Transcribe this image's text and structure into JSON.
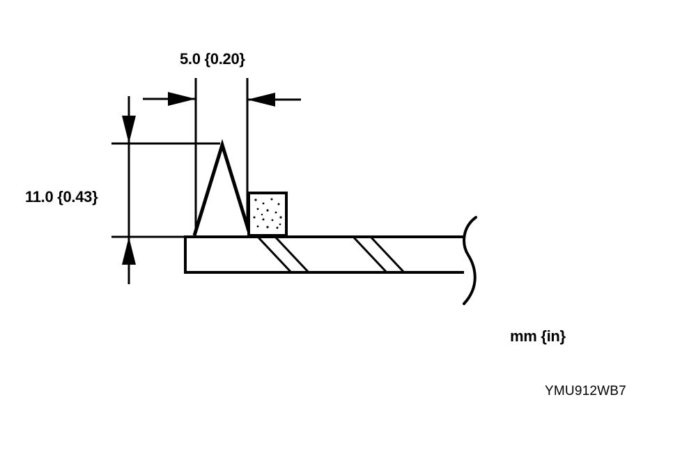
{
  "labels": {
    "width_dimension": "5.0 {0.20}",
    "height_dimension": "11.0 {0.43}",
    "units": "mm {in}",
    "figure_code": "YMU912WB7"
  },
  "colors": {
    "line": "#000000",
    "background": "#ffffff"
  }
}
